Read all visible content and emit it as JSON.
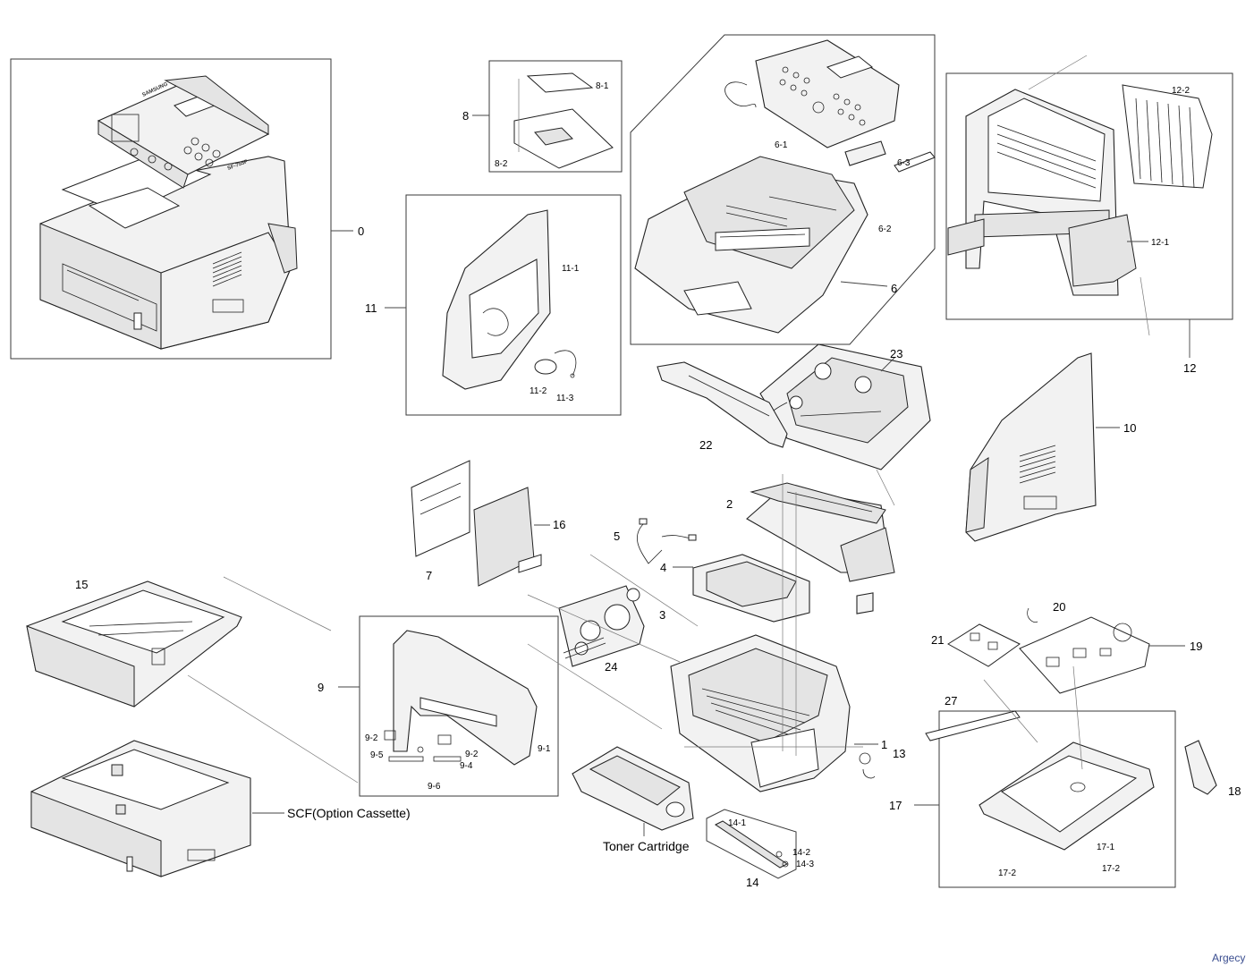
{
  "labels": {
    "p0": "0",
    "p1": "1",
    "p2": "2",
    "p3": "3",
    "p4": "4",
    "p5": "5",
    "p6": "6",
    "p6_1": "6-1",
    "p6_2": "6-2",
    "p6_3": "6-3",
    "p7": "7",
    "p8": "8",
    "p8_1": "8-1",
    "p8_2": "8-2",
    "p9": "9",
    "p9_1": "9-1",
    "p9_2a": "9-2",
    "p9_2b": "9-2",
    "p9_4": "9-4",
    "p9_5": "9-5",
    "p9_6": "9-6",
    "p10": "10",
    "p11": "11",
    "p11_1": "11-1",
    "p11_2": "11-2",
    "p11_3": "11-3",
    "p12": "12",
    "p12_1": "12-1",
    "p12_2": "12-2",
    "p13": "13",
    "p14": "14",
    "p14_1": "14-1",
    "p14_2": "14-2",
    "p14_3": "14-3",
    "p15": "15",
    "p16": "16",
    "p17": "17",
    "p17_1": "17-1",
    "p17_2a": "17-2",
    "p17_2b": "17-2",
    "p18": "18",
    "p19": "19",
    "p20": "20",
    "p21": "21",
    "p22": "22",
    "p23": "23",
    "p24": "24",
    "p27": "27",
    "scf": "SCF(Option Cassette)",
    "toner": "Toner Cartridge"
  },
  "logo_text": "SAMSUNG",
  "model_text": "SF-755P",
  "watermark": "Argecy"
}
